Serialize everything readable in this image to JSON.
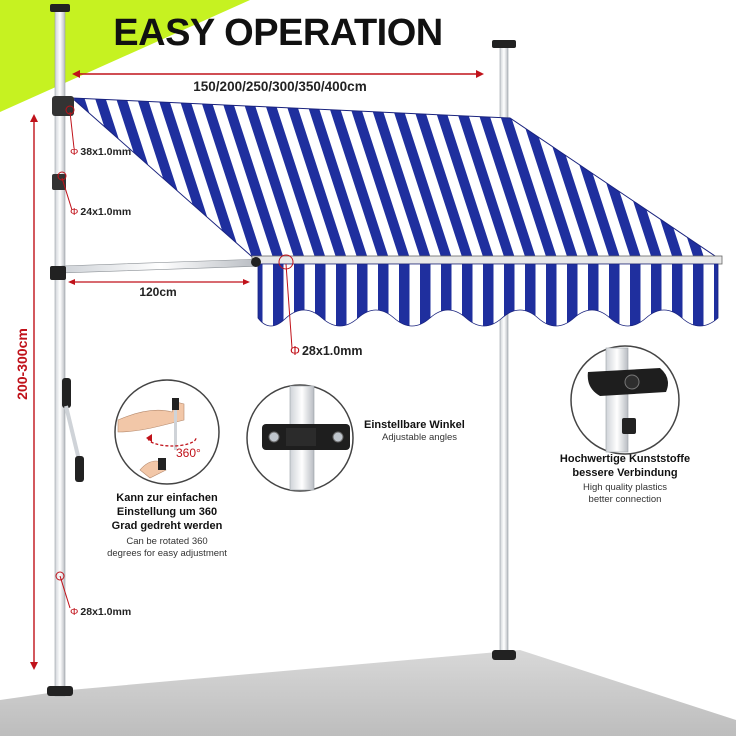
{
  "title": "EASY OPERATION",
  "dimensions": {
    "width": "150/200/250/300/350/400cm",
    "arm": "120cm",
    "height": "200-300cm"
  },
  "specs": {
    "s1": "38x1.0mm",
    "s2": "24x1.0mm",
    "s3": "28x1.0mm",
    "s4": "28x1.0mm"
  },
  "spec_symbol": "Φ",
  "rotation": {
    "degree": "360°",
    "de_line1": "Kann zur einfachen",
    "de_line2": "Einstellung um 360",
    "de_line3": "Grad gedreht werden",
    "en_line1": "Can be rotated 360",
    "en_line2": "degrees for easy adjustment"
  },
  "angles": {
    "de": "Einstellbare Winkel",
    "en": "Adjustable angles"
  },
  "plastics": {
    "de_line1": "Hochwertige Kunststoffe",
    "de_line2": "bessere Verbindung",
    "en_line1": "High quality plastics",
    "en_line2": "better connection"
  },
  "colors": {
    "stripe_blue": "#1f2f9e",
    "accent_green": "#c6f221",
    "dimension_red": "#c0121a"
  }
}
